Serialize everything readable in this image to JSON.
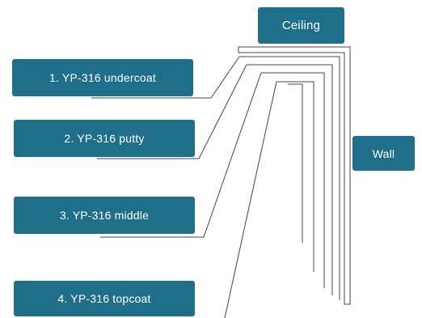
{
  "labels": {
    "ceiling": "Ceiling",
    "wall": "Wall",
    "layers": [
      "1. YP-316 undercoat",
      "2. YP-316 putty",
      "3. YP-316 middle",
      "4. YP-316 topcoat"
    ]
  },
  "colors": {
    "box_fill": "#1f6f8b",
    "box_text": "#ffffff",
    "line": "#444444"
  }
}
